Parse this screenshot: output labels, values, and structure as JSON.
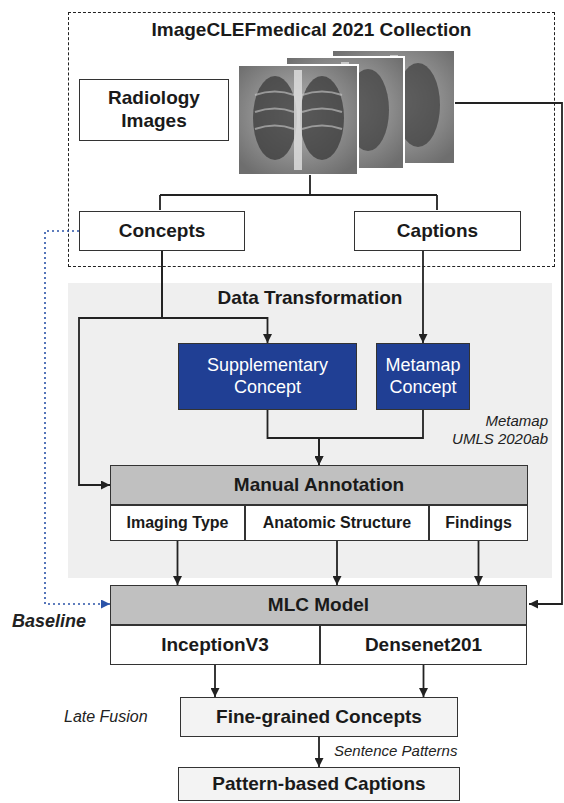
{
  "diagram": {
    "nodes": [
      {
        "text": [
          "ImageCLEFmedical 2021 Collection"
        ]
      },
      {
        "text": [
          "Radiology Images"
        ],
        "in": 0
      },
      {
        "text": [
          "Concepts"
        ],
        "in": 0
      },
      {
        "text": [
          "Captions"
        ],
        "in": 0
      },
      {
        "text": [
          "Data Transformation"
        ]
      },
      {
        "text": [
          "Supplementary Concept"
        ],
        "in": 4
      },
      {
        "text": [
          "Metamap Concept"
        ],
        "in": 4
      },
      {
        "text": [
          "Manual Annotation"
        ],
        "in": 4
      },
      {
        "text": [
          "Imaging Type"
        ],
        "in": 4
      },
      {
        "text": [
          "Anatomic Structure"
        ],
        "in": 4
      },
      {
        "text": [
          "Findings"
        ],
        "in": 4
      },
      {
        "text": [
          "MLC Model"
        ]
      },
      {
        "text": [
          "InceptionV3"
        ]
      },
      {
        "text": [
          "Densenet201"
        ]
      },
      {
        "text": [
          "Fine-grained Concepts"
        ]
      },
      {
        "text": [
          "Pattern-based Captions"
        ]
      }
    ],
    "edges": [
      {
        "from": 2,
        "to": 5,
        "arrow": "to"
      },
      {
        "from": 2,
        "to": 7,
        "arrow": "to"
      },
      {
        "from": 3,
        "to": 6,
        "arrow": "to"
      },
      {
        "from": 5,
        "to": 7,
        "arrow": "to"
      },
      {
        "from": 6,
        "to": 7,
        "arrow": "to"
      },
      {
        "from": 8,
        "to": 11,
        "arrow": "to"
      },
      {
        "from": 9,
        "to": 11,
        "arrow": "to"
      },
      {
        "from": 10,
        "to": 11,
        "arrow": "to"
      },
      {
        "from": 2,
        "to": 11,
        "arrow": "to"
      },
      {
        "from": 12,
        "to": 14,
        "arrow": "to"
      },
      {
        "from": 13,
        "to": 14,
        "arrow": "to"
      },
      {
        "from": 14,
        "to": 15,
        "arrow": "to"
      }
    ],
    "labels": [
      "Metamap UMLS 2020ab",
      "Baseline",
      "Late Fusion",
      "Sentence Patterns"
    ]
  }
}
